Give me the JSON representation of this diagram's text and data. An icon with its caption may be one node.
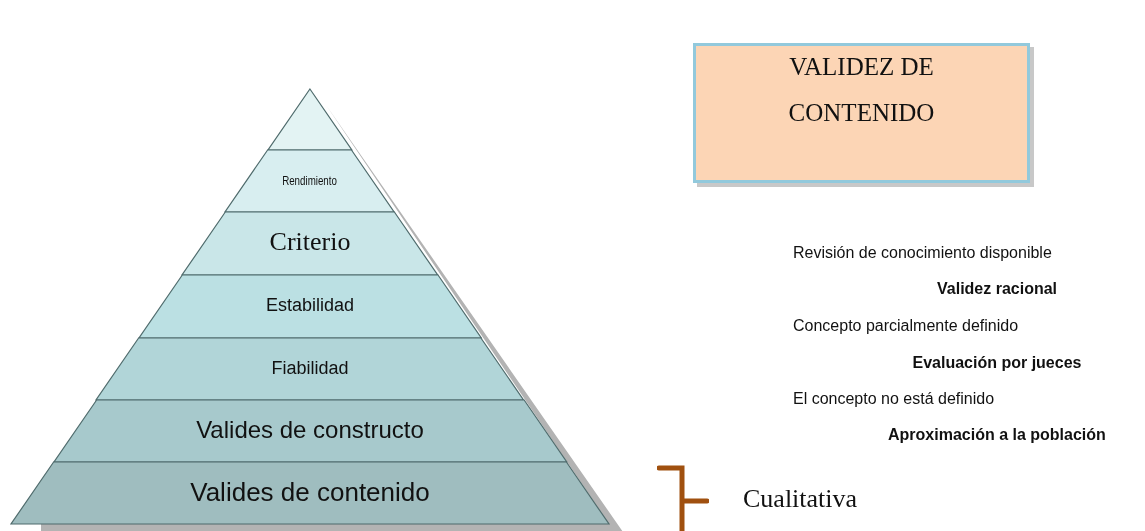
{
  "diagram": {
    "nodes": [
      {
        "text": [],
        "shape": "triangle"
      },
      {
        "text": [
          "Rendimiento"
        ]
      },
      {
        "text": [
          "Criterio"
        ]
      },
      {
        "text": [
          "Estabilidad"
        ]
      },
      {
        "text": [
          "Fiabilidad"
        ]
      },
      {
        "text": [
          "Valides de constructo"
        ]
      },
      {
        "text": [
          "Valides de contenido"
        ]
      },
      {
        "text": [
          "VALIDEZ DE CONTENIDO"
        ]
      }
    ],
    "labels": [
      "Revisión de conocimiento disponible",
      "Validez racional",
      "Concepto parcialmente definido",
      "Evaluación por jueces",
      "El concepto no está definido",
      "Aproximación a la población",
      "Cualitativa"
    ]
  }
}
